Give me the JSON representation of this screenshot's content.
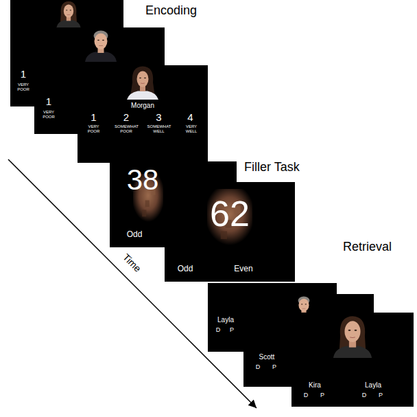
{
  "diagram": {
    "nodes": [
      {
        "text": [
          "1",
          "VERY POOR"
        ]
      },
      {
        "text": [
          "1",
          "VERY POOR"
        ]
      },
      {
        "text": [
          "Morgan",
          "1",
          "VERY POOR",
          "2",
          "SOMEWHAT POOR",
          "3",
          "SOMEWHAT WELL",
          "4",
          "VERY WELL"
        ]
      },
      {
        "text": [
          "38",
          "Odd"
        ]
      },
      {
        "text": [
          "62",
          "Odd",
          "Even"
        ]
      },
      {
        "text": [
          "Layla",
          "D",
          "P"
        ]
      },
      {
        "text": [
          "Scott",
          "D",
          "P"
        ]
      },
      {
        "text": [
          "Kira",
          "D",
          "P",
          "Layla",
          "D",
          "P"
        ]
      }
    ],
    "labels": [
      "Encoding",
      "Filler Task",
      "Retrieval",
      "Time"
    ]
  }
}
